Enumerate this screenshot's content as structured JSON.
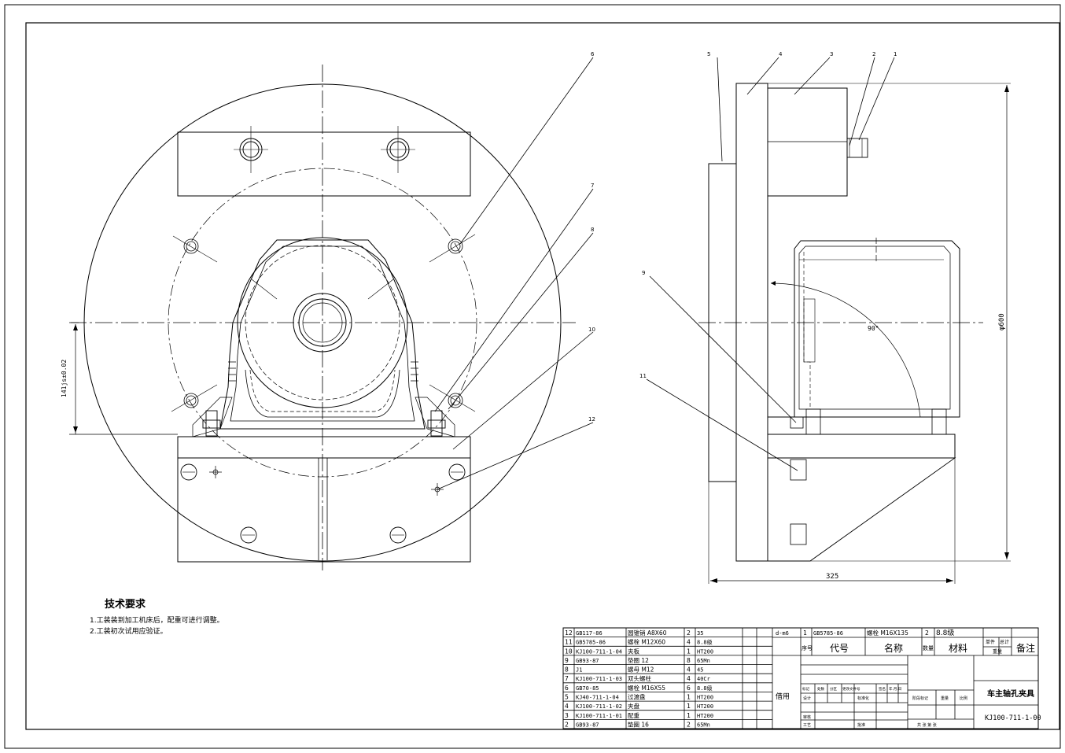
{
  "balloons": {
    "front": [
      "6",
      "7",
      "8",
      "10",
      "12"
    ],
    "side": [
      "5",
      "4",
      "3",
      "2",
      "1",
      "9",
      "11"
    ]
  },
  "dimensions": {
    "left_tol": "141js±0.02",
    "diameter": "φ600",
    "width": "325",
    "angle": "90°",
    "fit": "d-m6"
  },
  "tech_req": {
    "title": "技术要求",
    "lines": [
      "1.工装装到加工机床后，配重可进行调整。",
      "2.工装初次试用应验证。"
    ]
  },
  "bom": [
    {
      "no": "12",
      "code": "GB117-86",
      "name": "圆锥销 A8X60",
      "qty": "2",
      "mat": "35"
    },
    {
      "no": "11",
      "code": "GB5785-86",
      "name": "螺栓 M12X60",
      "qty": "4",
      "mat": "8.8级"
    },
    {
      "no": "10",
      "code": "KJ100-711-1-04",
      "name": "夹板",
      "qty": "1",
      "mat": "HT200"
    },
    {
      "no": "9",
      "code": "GB93-87",
      "name": "垫圈 12",
      "qty": "8",
      "mat": "65Mn"
    },
    {
      "no": "8",
      "code": "J1",
      "name": "螺母 M12",
      "qty": "4",
      "mat": "45"
    },
    {
      "no": "7",
      "code": "KJ100-711-1-03",
      "name": "双头螺柱",
      "qty": "4",
      "mat": "40Cr"
    },
    {
      "no": "6",
      "code": "GB70-85",
      "name": "螺栓 M16X55",
      "qty": "6",
      "mat": "8.8级"
    },
    {
      "no": "5",
      "code": "KJ40-711-1-04",
      "name": "过渡盘",
      "qty": "1",
      "mat": "HT200"
    },
    {
      "no": "4",
      "code": "KJ100-711-1-02",
      "name": "夹盘",
      "qty": "1",
      "mat": "HT200"
    },
    {
      "no": "3",
      "code": "KJ100-711-1-01",
      "name": "配重",
      "qty": "1",
      "mat": "HT200"
    },
    {
      "no": "2",
      "code": "GB93-87",
      "name": "垫圈 16",
      "qty": "2",
      "mat": "65Mn"
    }
  ],
  "bom_top": {
    "no": "1",
    "code": "GB5785-86",
    "name": "螺栓 M16X135",
    "qty": "2",
    "mat": "8.8级"
  },
  "bom_header": {
    "no": "序号",
    "code": "代号",
    "name": "名称",
    "qty": "数量",
    "mat": "材料",
    "unit": "单件",
    "total": "总计",
    "weight": "重量",
    "remark": "备注"
  },
  "title_block": {
    "title": "车主轴孔夹具",
    "drawing_no": "KJ100-711-1-00",
    "used_for": "借用",
    "row_labels": [
      "标记",
      "处数",
      "分区",
      "更改文件号",
      "签名",
      "年.月.日"
    ],
    "design": "设计",
    "std": "标准化",
    "review": "审核",
    "process": "工艺",
    "approve": "批准",
    "stage": "阶段标记",
    "mass": "重量",
    "scale": "比例",
    "sheets": "共 张 第 张"
  }
}
